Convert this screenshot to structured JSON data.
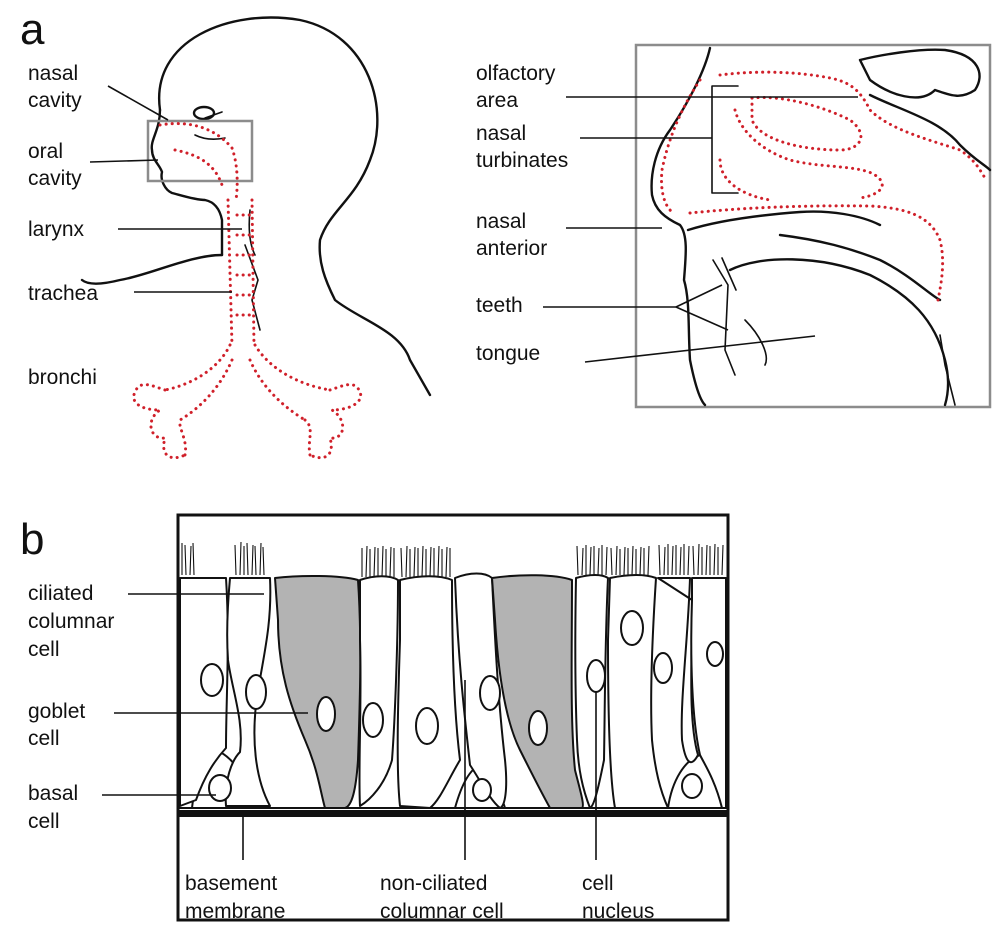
{
  "panel_a": {
    "letter": "a",
    "left_labels": {
      "nasal_cavity": [
        "nasal",
        "cavity"
      ],
      "oral_cavity": [
        "oral",
        "cavity"
      ],
      "larynx": "larynx",
      "trachea": "trachea",
      "bronchi": "bronchi"
    },
    "right_labels": {
      "olfactory_area": [
        "olfactory",
        "area"
      ],
      "nasal_turbinates": [
        "nasal",
        "turbinates"
      ],
      "nasal_anterior": [
        "nasal",
        "anterior"
      ],
      "teeth": "teeth",
      "tongue": "tongue"
    }
  },
  "panel_b": {
    "letter": "b",
    "left_labels": {
      "ciliated_columnar_cell": [
        "ciliated",
        "columnar",
        "cell"
      ],
      "goblet_cell": [
        "goblet",
        "cell"
      ],
      "basal_cell": [
        "basal",
        "cell"
      ]
    },
    "bottom_labels": {
      "basement_membrane": [
        "basement",
        "membrane"
      ],
      "non_ciliated_columnar_cell": [
        "non-ciliated",
        "columnar cell"
      ],
      "cell_nucleus": [
        "cell",
        "nucleus"
      ]
    }
  },
  "colors": {
    "airway_dots": "#d0202a",
    "goblet_fill": "#b3b3b3",
    "frame_gray": "#8c8c8c",
    "ink": "#111111"
  }
}
